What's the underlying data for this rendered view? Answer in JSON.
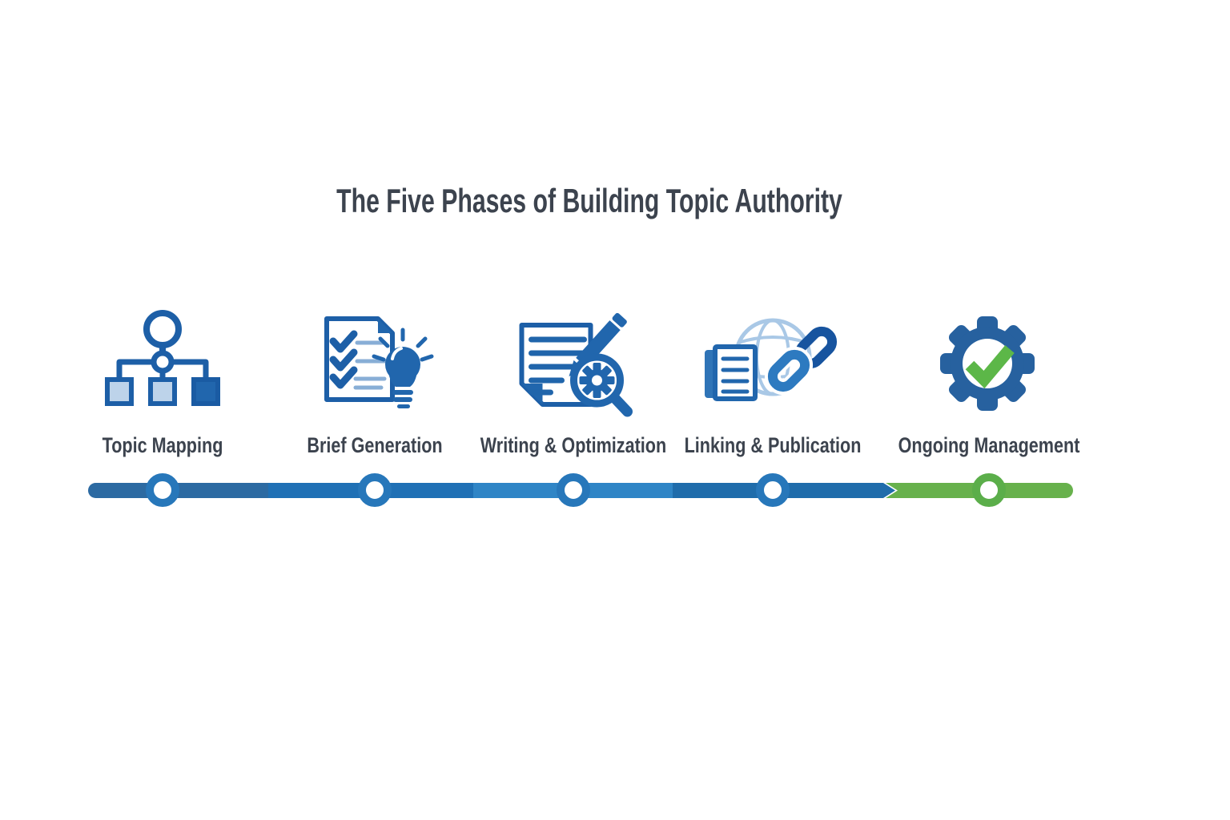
{
  "title": "The Five Phases of Building Topic Authority",
  "phases": [
    {
      "label": "Topic Mapping",
      "icon": "sitemap-hierarchy-icon"
    },
    {
      "label": "Brief Generation",
      "icon": "checklist-lightbulb-icon"
    },
    {
      "label": "Writing & Optimization",
      "icon": "document-pencil-magnifier-icon"
    },
    {
      "label": "Linking & Publication",
      "icon": "globe-chain-link-icon"
    },
    {
      "label": "Ongoing Management",
      "icon": "gear-checkmark-icon"
    }
  ],
  "timeline": {
    "node_count": 5,
    "blue_segment_colors": [
      "#2c6aa2",
      "#1f70b5",
      "#2f85c6",
      "#1f6cab"
    ],
    "final_segment_color": "#67b14c",
    "node_ring_blue": "#2777ba",
    "node_ring_green": "#5bae4a"
  },
  "colors": {
    "text": "#3c434e",
    "icon_blue": "#2166ad",
    "icon_blue_dark": "#1d5fa7",
    "icon_light_blue": "#bdd3ea",
    "globe_light_blue": "#a9c8e6",
    "check_green": "#5cb748"
  }
}
